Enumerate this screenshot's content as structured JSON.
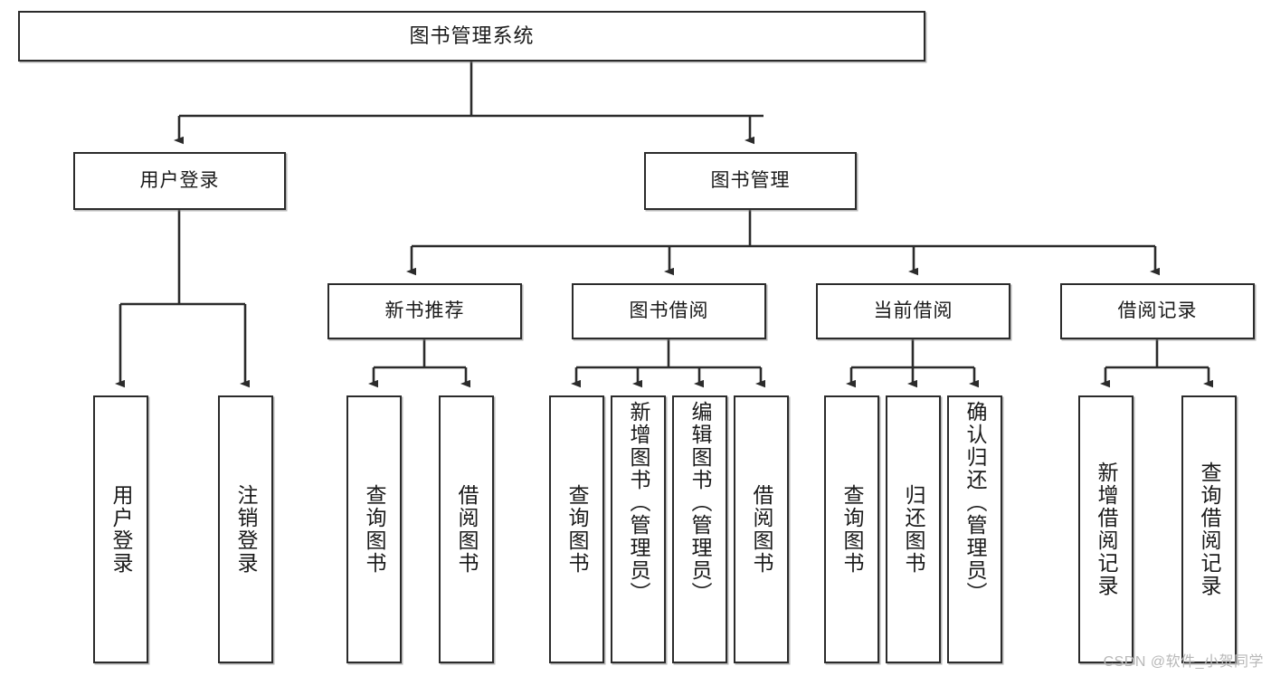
{
  "diagram": {
    "title": "图书管理系统",
    "type": "hierarchy-tree",
    "watermark": "CSDN @软件_小贺同学",
    "colors": {
      "box_border": "#2b2b2b",
      "box_fill": "#ffffff",
      "edge": "#2b2b2b",
      "text": "#1a1a1a",
      "watermark": "#b8b8b8"
    },
    "nodes": {
      "root": {
        "label": "图书管理系统"
      },
      "level2": [
        {
          "id": "user-login",
          "label": "用户登录"
        },
        {
          "id": "book-manage",
          "label": "图书管理"
        }
      ],
      "level3": [
        {
          "id": "new-book-recommend",
          "label": "新书推荐"
        },
        {
          "id": "book-borrow",
          "label": "图书借阅"
        },
        {
          "id": "current-borrow",
          "label": "当前借阅"
        },
        {
          "id": "borrow-record",
          "label": "借阅记录"
        }
      ],
      "leaves": {
        "user-login": [
          {
            "id": "leaf-user-login",
            "label": "用户登录"
          },
          {
            "id": "leaf-logout-login",
            "label": "注销登录"
          }
        ],
        "new-book-recommend": [
          {
            "id": "leaf-query-book-1",
            "label": "查询图书"
          },
          {
            "id": "leaf-borrow-book-1",
            "label": "借阅图书"
          }
        ],
        "book-borrow": [
          {
            "id": "leaf-query-book-2",
            "label": "查询图书"
          },
          {
            "id": "leaf-add-book",
            "label": "新增图书（管理员）"
          },
          {
            "id": "leaf-edit-book",
            "label": "编辑图书（管理员）"
          },
          {
            "id": "leaf-borrow-book-2",
            "label": "借阅图书"
          }
        ],
        "current-borrow": [
          {
            "id": "leaf-query-book-3",
            "label": "查询图书"
          },
          {
            "id": "leaf-return-book",
            "label": "归还图书"
          },
          {
            "id": "leaf-confirm-return",
            "label": "确认归还（管理员）"
          }
        ],
        "borrow-record": [
          {
            "id": "leaf-add-record",
            "label": "新增借阅记录"
          },
          {
            "id": "leaf-query-record",
            "label": "查询借阅记录"
          }
        ]
      }
    }
  }
}
